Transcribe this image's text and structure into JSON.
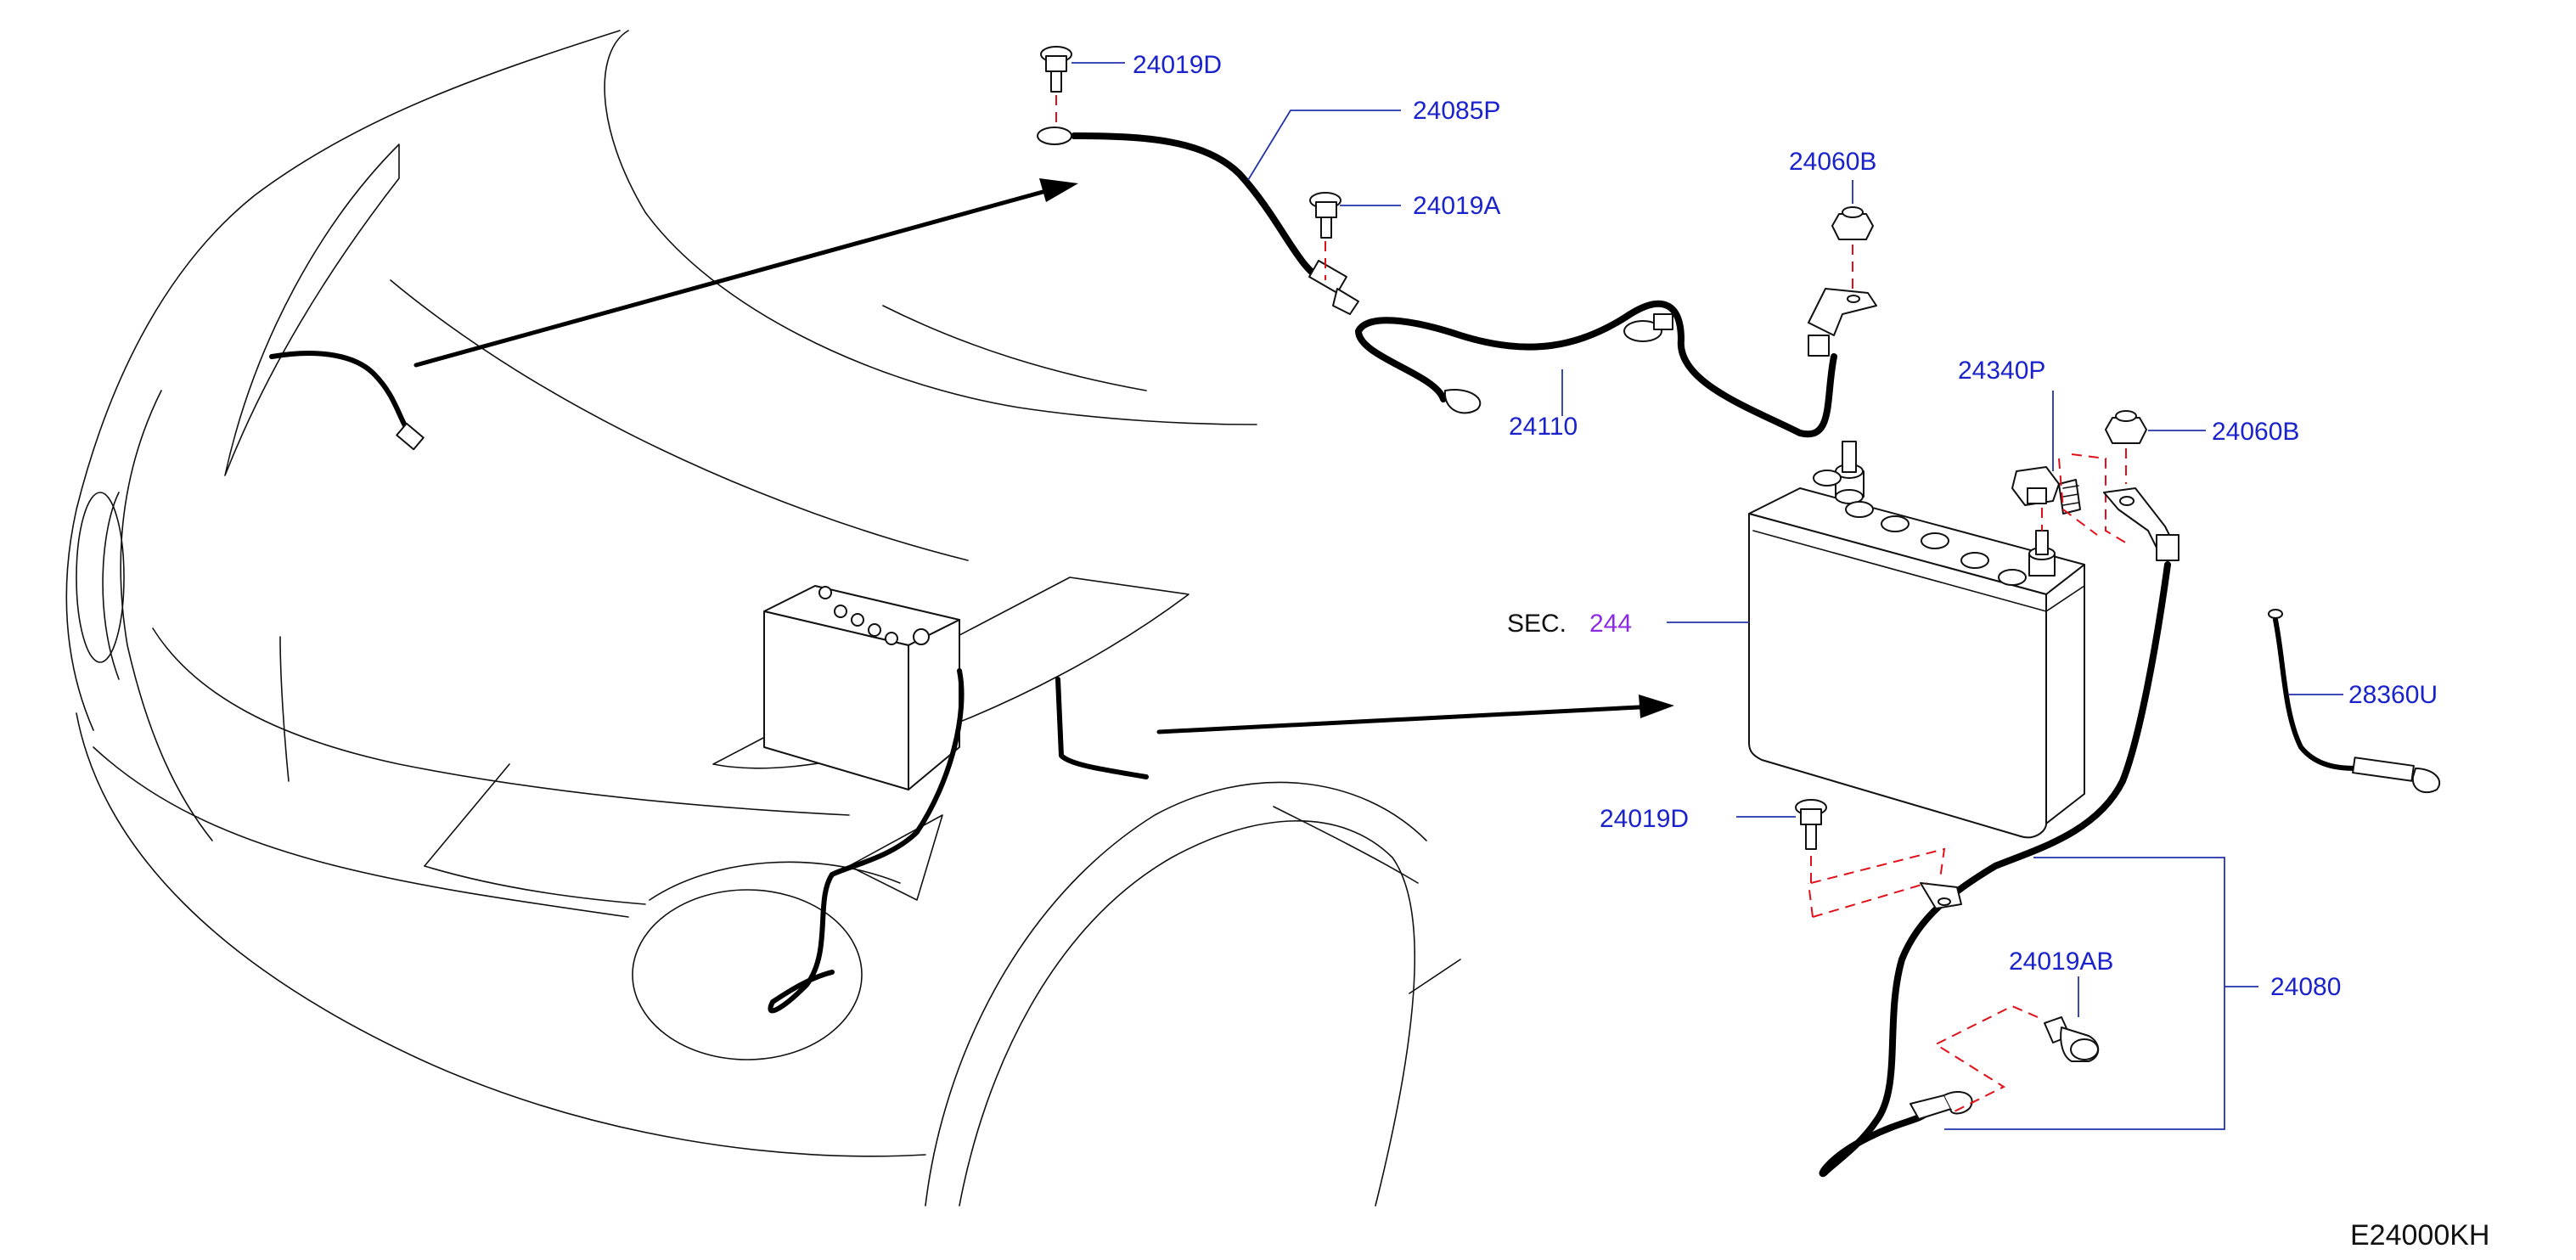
{
  "diagram": {
    "id": "E24000KH",
    "colors": {
      "label": "#1a22cc",
      "section_link": "#8a2be2",
      "leader": "#2233aa",
      "dashed_guide": "#e0101a"
    }
  },
  "parts": [
    {
      "key": "p24019D_top",
      "label": "24019D"
    },
    {
      "key": "p24085P",
      "label": "24085P"
    },
    {
      "key": "p24019A",
      "label": "24019A"
    },
    {
      "key": "p24060B_top",
      "label": "24060B"
    },
    {
      "key": "p24110",
      "label": "24110"
    },
    {
      "key": "p24340P",
      "label": "24340P"
    },
    {
      "key": "p24060B_right",
      "label": "24060B"
    },
    {
      "key": "p28360U",
      "label": "28360U"
    },
    {
      "key": "p24019D_bottom",
      "label": "24019D"
    },
    {
      "key": "p24019AB",
      "label": "24019AB"
    },
    {
      "key": "p24080",
      "label": "24080"
    }
  ],
  "section_ref": {
    "prefix": "SEC.",
    "number": "244"
  },
  "icons": [
    "bolt-icon",
    "nut-icon",
    "terminal-clamp-icon",
    "battery-icon",
    "car-body-outline",
    "arrow-icon"
  ]
}
